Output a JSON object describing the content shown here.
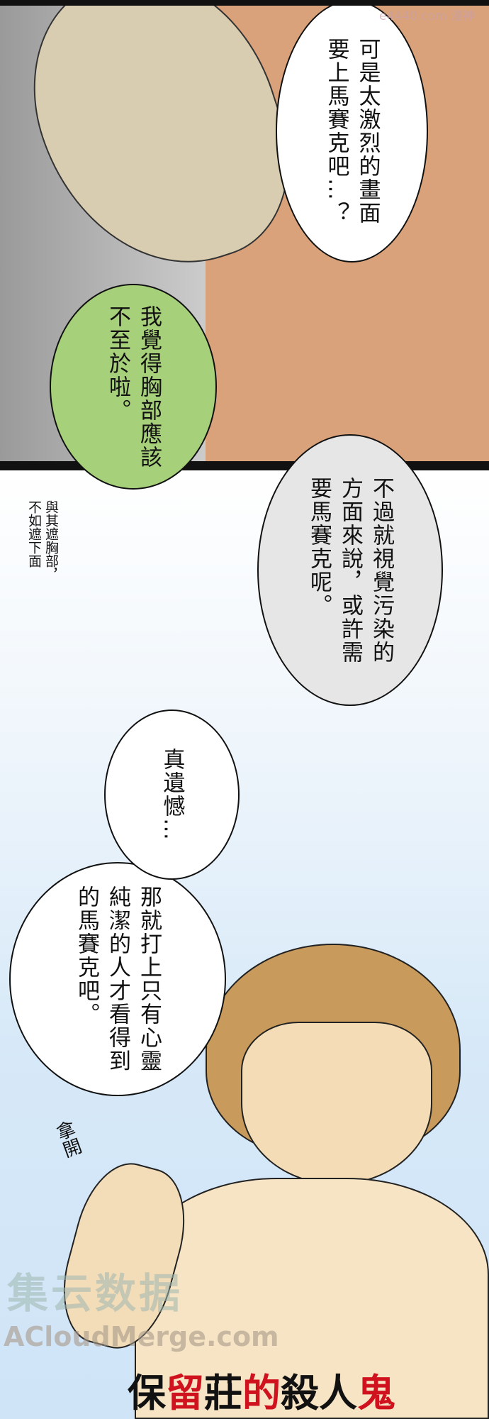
{
  "watermark_top": "e4440.com 漫神",
  "panel1": {
    "bubble_right": "可是太激烈的畫面\n要上馬賽克吧…？",
    "bubble_green": "我覺得胸部應該\n不至於啦。"
  },
  "panel2": {
    "side_note": "與其遮胸部，\n不如遮下面",
    "bubble_gray": "不過就視覺污染的\n方面來說，或許需\n要馬賽克呢。",
    "bubble_small": "真遺憾…",
    "bubble_large": "那就打上只有心靈\n純潔的人才看得到\n的馬賽克吧。",
    "sfx": "拿開"
  },
  "footer": {
    "logo": "集云数据",
    "logo_sub": "ACloudMerge.com",
    "title_chars": [
      "保",
      "留",
      "莊",
      "的",
      "殺",
      "人",
      "鬼"
    ],
    "colors": {
      "black": "#111111",
      "red": "#d0121e"
    }
  }
}
